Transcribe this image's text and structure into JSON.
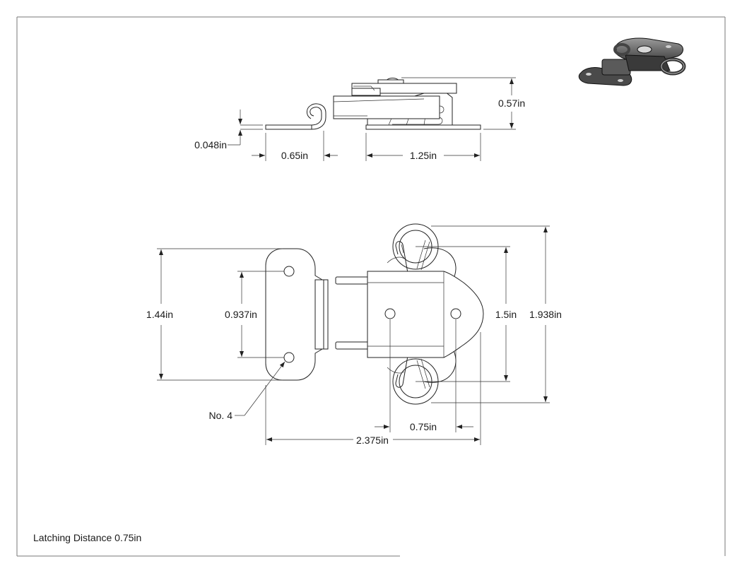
{
  "dimensions": {
    "thickness": "0.048in",
    "strike_length": "0.65in",
    "latch_length": "1.25in",
    "height": "0.57in",
    "strike_width": "1.44in",
    "hole_spacing": "0.937in",
    "latch_width": "1.5in",
    "overall_width": "1.938in",
    "latch_hole_spacing": "0.75in",
    "overall_length": "2.375in"
  },
  "screw_callout": "No. 4",
  "note": "Latching Distance 0.75in"
}
